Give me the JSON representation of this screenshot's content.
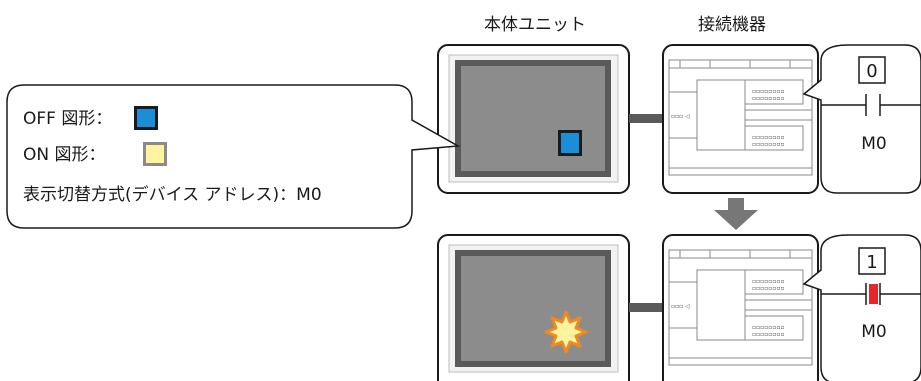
{
  "labels": {
    "main_unit": "本体ユニット",
    "connected_device": "接続機器"
  },
  "callout": {
    "off_label": "OFF 図形：",
    "on_label": "ON 図形：",
    "mode_label": "表示切替方式(デバイス アドレス)：M0"
  },
  "states": [
    {
      "value": "0",
      "device": "M0"
    },
    {
      "value": "1",
      "device": "M0"
    }
  ],
  "colors": {
    "off_shape": "#1a8fd8",
    "on_shape": "#fff3a0",
    "screen": "#8c8c8c",
    "bezel": "#5a5a5a",
    "arrow": "#777777",
    "contact_on": "#e8262a",
    "star_fill": "#fff3a0",
    "star_stroke": "#f08a1e"
  }
}
